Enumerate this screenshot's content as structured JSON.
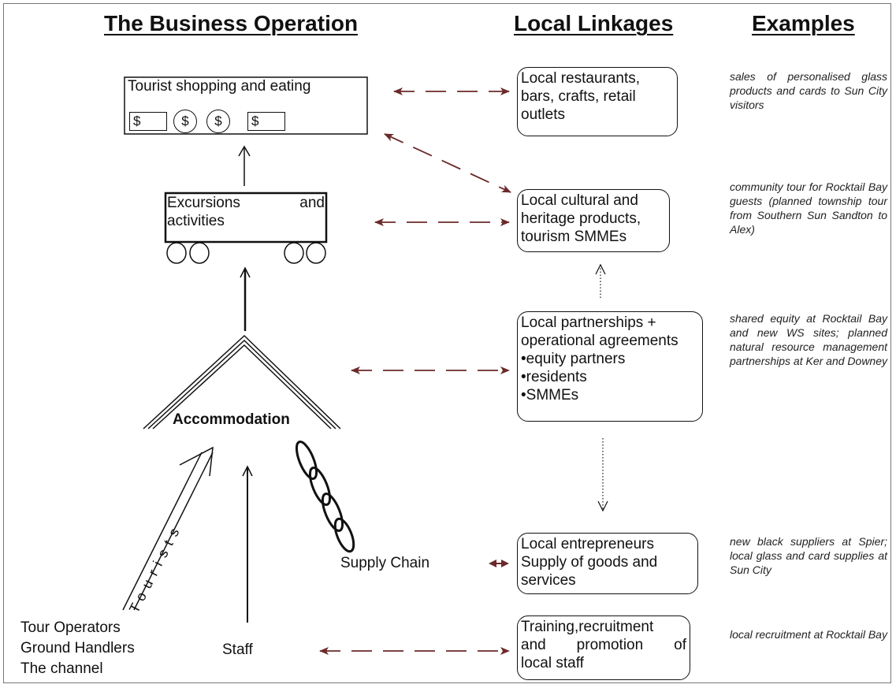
{
  "headings": {
    "business": "The Business Operation",
    "linkages": "Local Linkages",
    "examples": "Examples"
  },
  "operation": {
    "shopping_title": "Tourist shopping and eating",
    "currency_symbol": "$",
    "excursions_line1_a": "Excursions",
    "excursions_line1_b": "and",
    "excursions_line2": "activities",
    "accommodation": "Accommodation",
    "tourists_label": "Tourists",
    "supply_chain": "Supply Chain",
    "staff": "Staff",
    "channel": [
      "Tour Operators",
      "Ground Handlers",
      "The channel"
    ]
  },
  "linkages": [
    {
      "lines": [
        "Local restaurants,",
        "bars, crafts, retail",
        "outlets"
      ]
    },
    {
      "lines": [
        "Local cultural and",
        "heritage products,",
        "tourism SMMEs"
      ]
    },
    {
      "lines": [
        "Local partnerships +",
        "operational agreements",
        "•equity partners",
        "•residents",
        "•SMMEs"
      ]
    },
    {
      "lines": [
        "Local entrepreneurs",
        "Supply of goods and",
        "services"
      ]
    },
    {
      "lines": [
        "Training,recruitment",
        "and promotion of",
        "local staff"
      ]
    }
  ],
  "examples": [
    "sales of personalised glass products and cards to Sun City visitors",
    "community tour for Rocktail Bay guests (planned township tour from Southern Sun Sandton to Alex)",
    "shared equity at Rocktail Bay and new WS sites; planned natural resource management partnerships at Ker and Downey",
    "new black suppliers at Spier; local glass and card supplies at Sun City",
    "local recruitment at Rocktail Bay"
  ],
  "colors": {
    "link_arrow": "#6b2a2a",
    "line": "#111111"
  }
}
